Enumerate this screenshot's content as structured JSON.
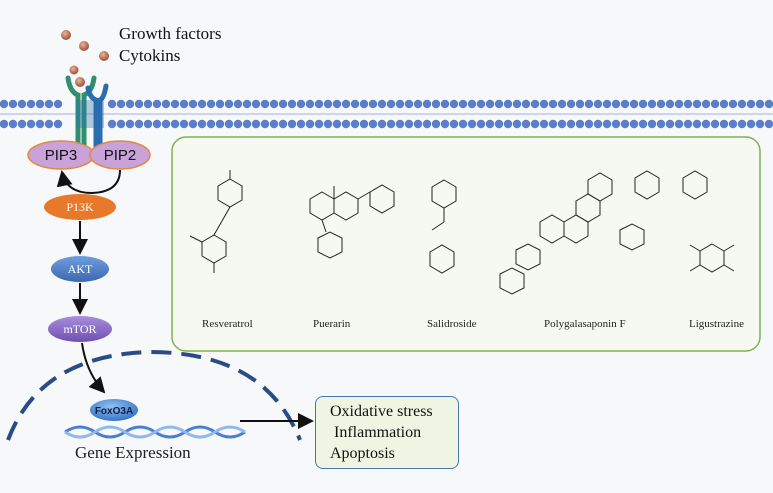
{
  "legend": {
    "growth_factors": "Growth factors",
    "cytokines": "Cytokins"
  },
  "pathway": {
    "pip3": "PIP3",
    "pip2": "PIP2",
    "pi3k": "P13K",
    "akt": "AKT",
    "mtor": "mTOR",
    "foxo3a": "FoxO3A"
  },
  "gene_expression": "Gene Expression",
  "compounds": [
    "Resveratrol",
    "Puerarin",
    "Salidroside",
    "Polygalasaponin F",
    "Ligustrazine"
  ],
  "outcomes": [
    "Oxidative stress",
    "Inflammation",
    "Apoptosis"
  ],
  "colors": {
    "membrane": "#5b7ec9",
    "pip": "#c9a2d9",
    "pip_border": "#e08a3c",
    "pi3k": "#e8782a",
    "akt": "#4e7fc7",
    "mtor": "#8e6fc9",
    "foxo3a": "#3f84d6",
    "compound_panel_border": "#7fb24a",
    "outcome_border": "#4a74b8",
    "nucleus": "#294b86",
    "ligand": "#c07a5e"
  },
  "icons": [
    "growth-factor-ligand-icon",
    "receptor-icon",
    "dna-helix-icon",
    "nuclear-envelope-icon"
  ]
}
